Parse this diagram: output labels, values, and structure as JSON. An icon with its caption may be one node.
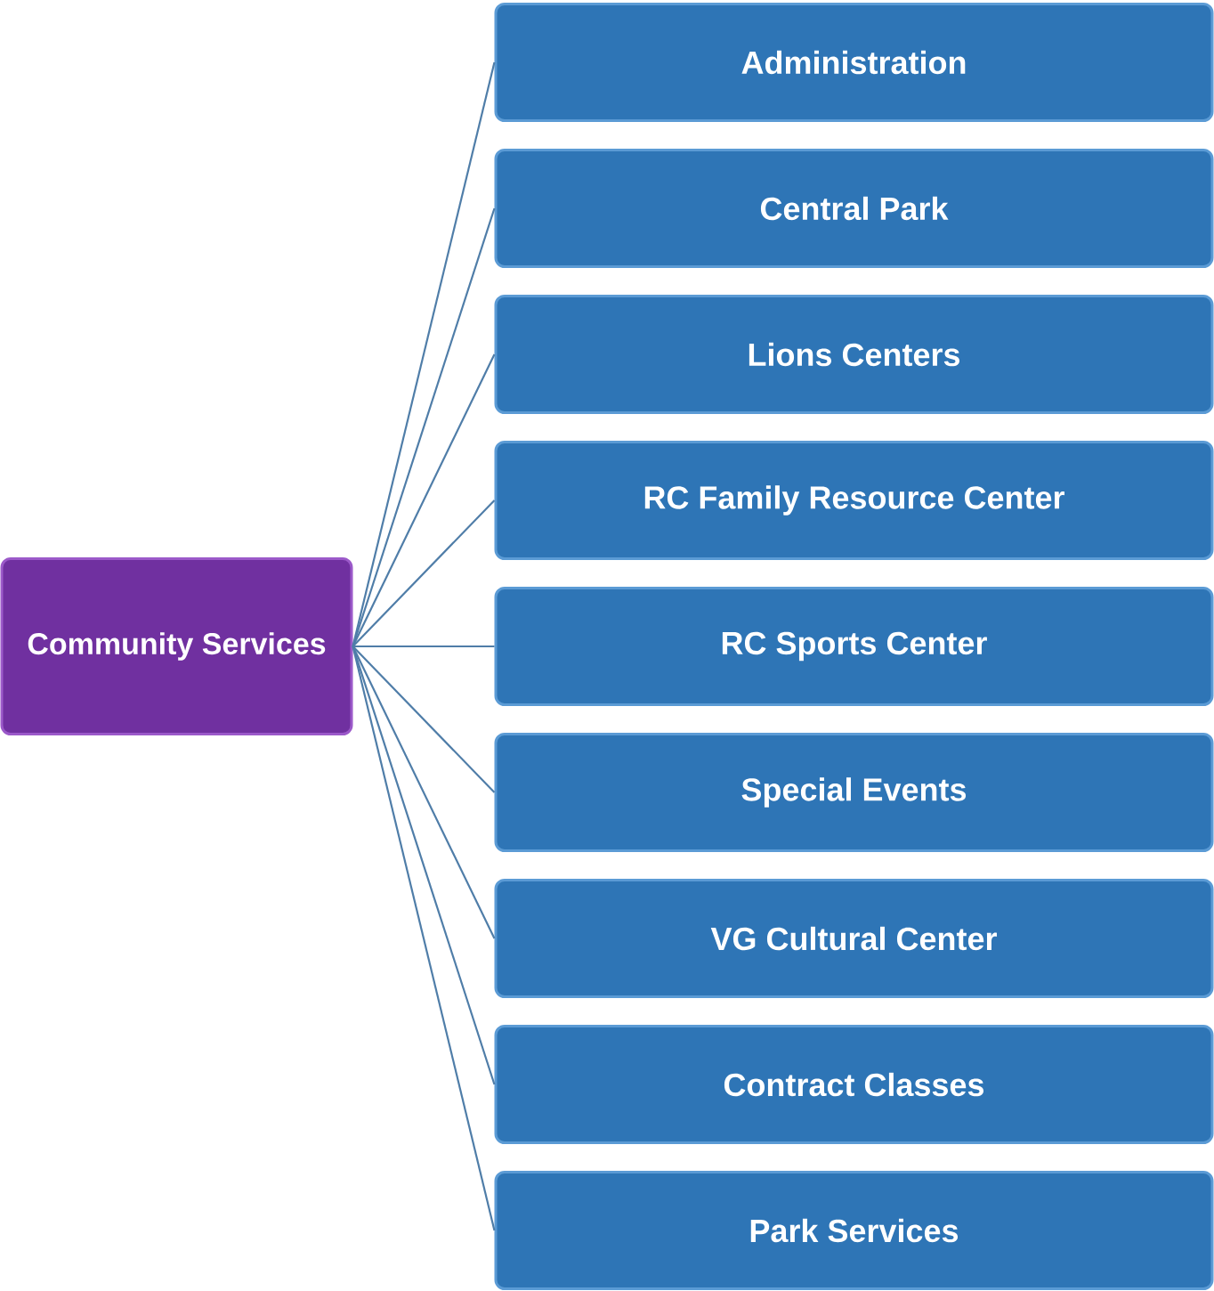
{
  "diagram": {
    "nodes": [
      {
        "text": [
          "Community Services"
        ]
      },
      {
        "text": [
          "Administration"
        ]
      },
      {
        "text": [
          "Central Park"
        ]
      },
      {
        "text": [
          "Lions Centers"
        ]
      },
      {
        "text": [
          "RC Family Resource Center"
        ]
      },
      {
        "text": [
          "RC Sports Center"
        ]
      },
      {
        "text": [
          "Special Events"
        ]
      },
      {
        "text": [
          "VG Cultural Center"
        ]
      },
      {
        "text": [
          "Contract Classes"
        ]
      },
      {
        "text": [
          "Park Services"
        ]
      }
    ],
    "edges": [
      {
        "from": 0,
        "to": 1,
        "arrow": "none"
      },
      {
        "from": 0,
        "to": 2,
        "arrow": "none"
      },
      {
        "from": 0,
        "to": 3,
        "arrow": "none"
      },
      {
        "from": 0,
        "to": 4,
        "arrow": "none"
      },
      {
        "from": 0,
        "to": 5,
        "arrow": "none"
      },
      {
        "from": 0,
        "to": 6,
        "arrow": "none"
      },
      {
        "from": 0,
        "to": 7,
        "arrow": "none"
      },
      {
        "from": 0,
        "to": 8,
        "arrow": "none"
      },
      {
        "from": 0,
        "to": 9,
        "arrow": "none"
      }
    ]
  }
}
